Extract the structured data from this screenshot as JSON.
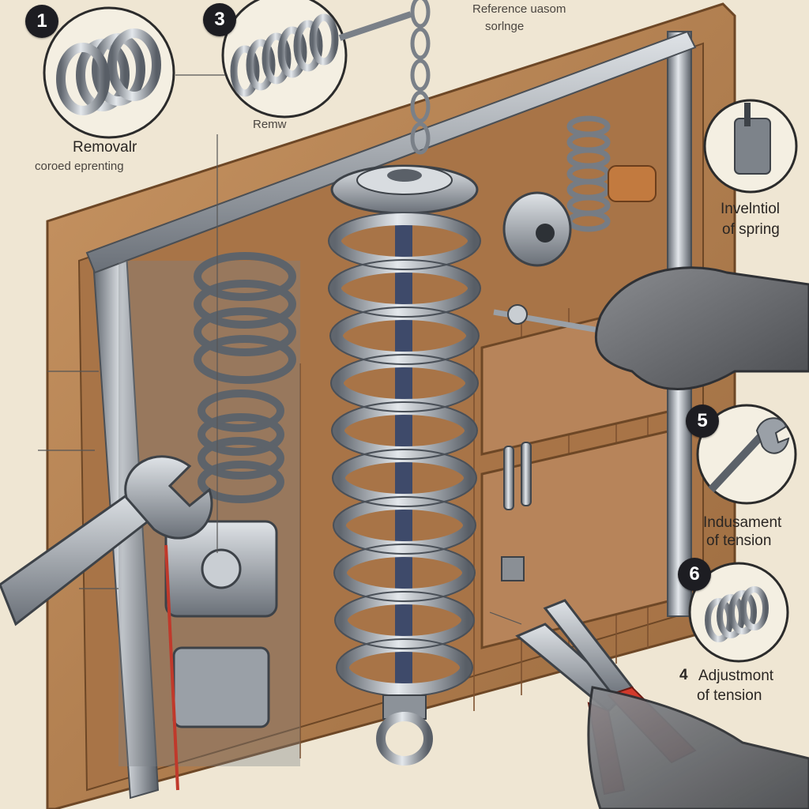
{
  "callouts": {
    "c1": {
      "number": "1",
      "line1": "Removalr",
      "line2": "coroed eprenting"
    },
    "c3": {
      "number": "3",
      "line1": "Reference uasom",
      "line2": "sorlnge",
      "line3": "Remw"
    },
    "c_right": {
      "line1": "Invelntiol",
      "line2": "of spring"
    },
    "c5": {
      "number": "5",
      "line1": "Indusament",
      "line2": "of tension"
    },
    "c6": {
      "number": "6"
    },
    "c4": {
      "number": "4",
      "line1": "Adjustmont",
      "line2": "of tension"
    }
  },
  "icons": {
    "wrench": "wrench-icon",
    "pliers": "pliers-icon",
    "screwdriver": "screwdriver-icon",
    "spring": "coil-spring-icon",
    "bracket": "door-bracket-icon",
    "door": "garage-door",
    "hands": "gloved-hand-icon"
  },
  "colors": {
    "background": "#efe6d3",
    "wood": "#b58552",
    "wood_dark": "#8a5c33",
    "steel": "#aeb4bb",
    "steel_dark": "#5b6169",
    "glove": "#6a6c70",
    "handle_red": "#d33a2c"
  }
}
